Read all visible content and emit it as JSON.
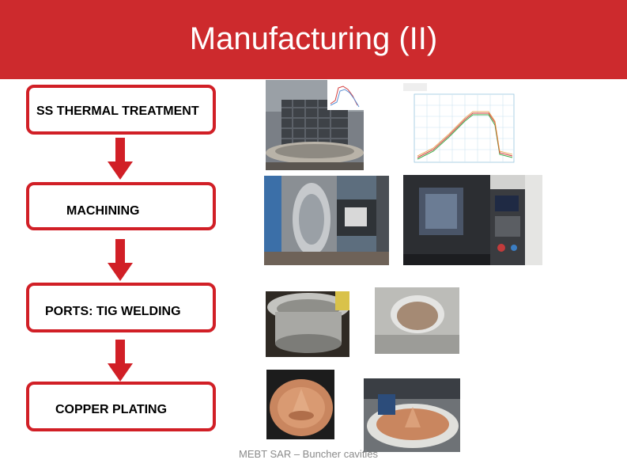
{
  "slide": {
    "title": "Manufacturing (II)",
    "footer": "MEBT SAR – Buncher cavities"
  },
  "steps": [
    {
      "label": "SS THERMAL TREATMENT"
    },
    {
      "label": "MACHINING"
    },
    {
      "label": "PORTS: TIG WELDING"
    },
    {
      "label": "COPPER PLATING"
    }
  ],
  "colors": {
    "header": "#cd2a2d",
    "box_border": "#d11f26",
    "arrow": "#d11f26",
    "footer_text": "#8a8a8a"
  }
}
